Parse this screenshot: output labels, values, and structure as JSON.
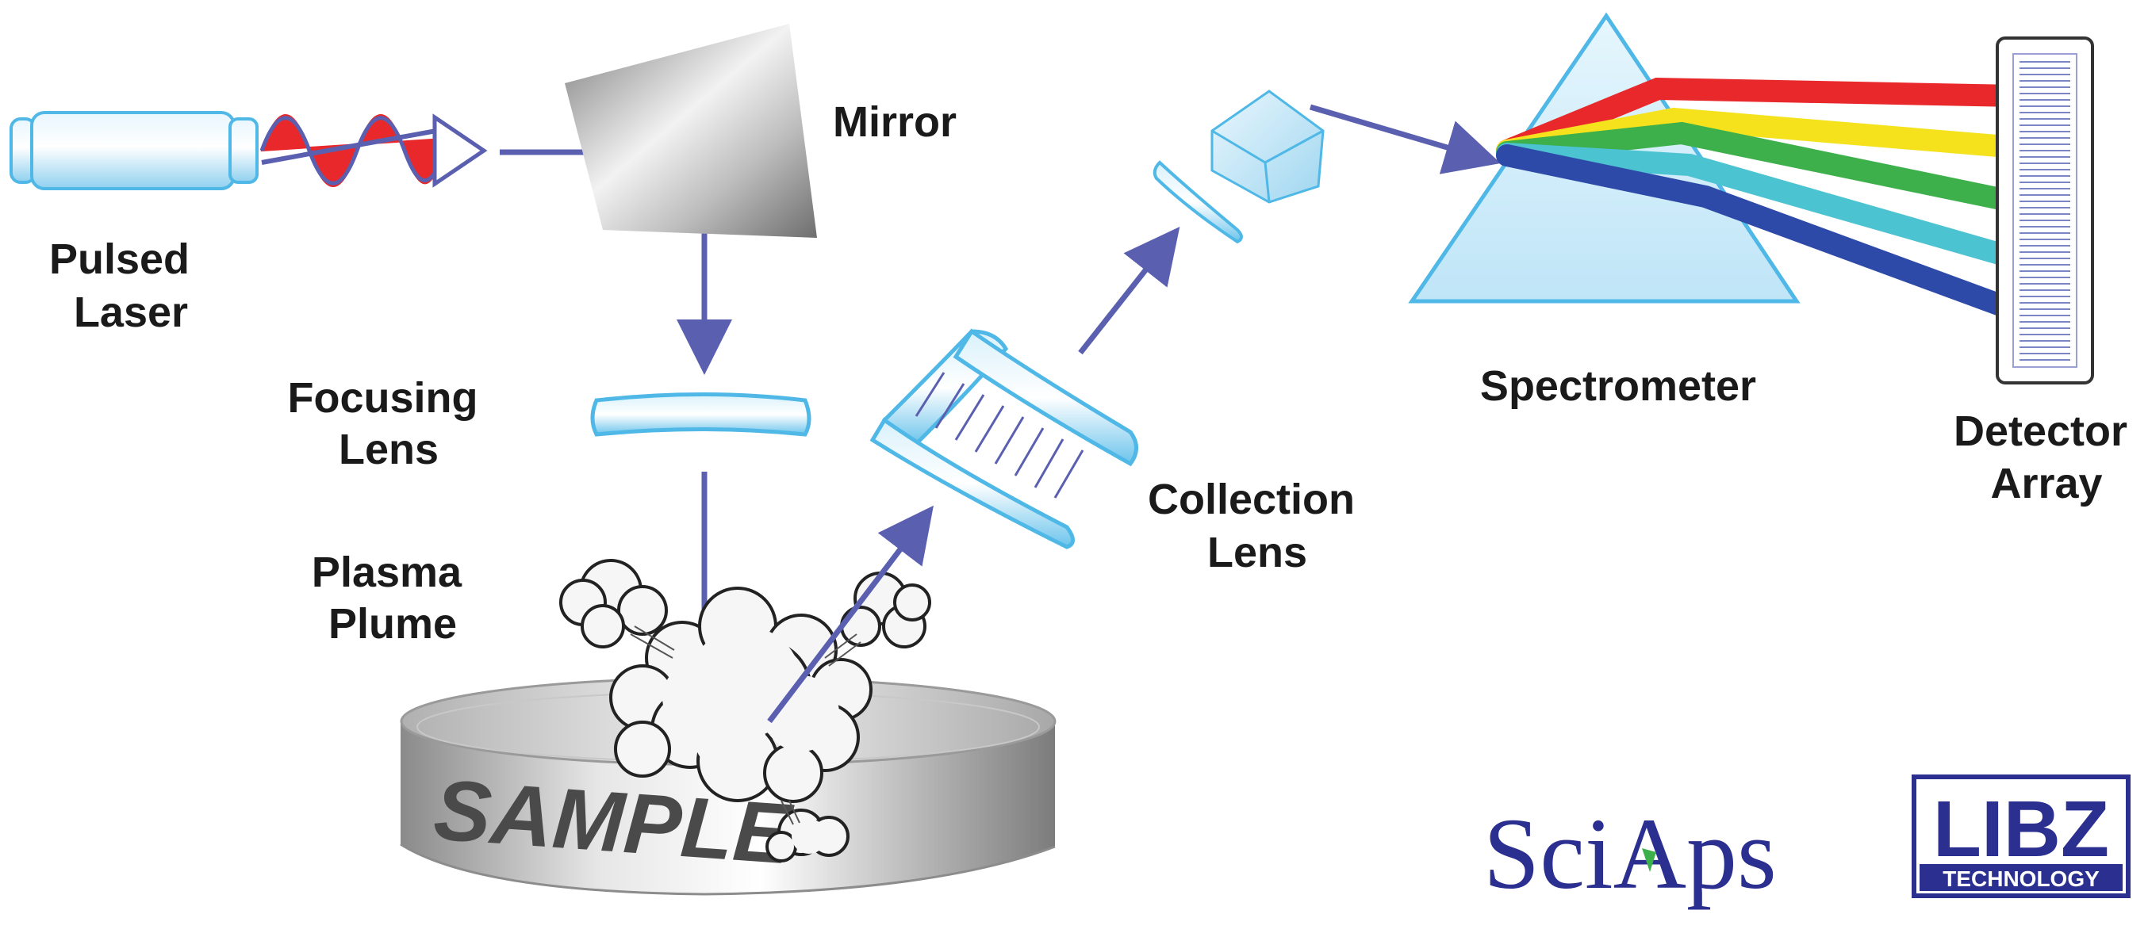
{
  "labels": {
    "laser": [
      "Pulsed",
      "Laser"
    ],
    "mirror": "Mirror",
    "focusing_lens": [
      "Focusing",
      "Lens"
    ],
    "plasma_plume": [
      "Plasma",
      "Plume"
    ],
    "sample": "SAMPLE",
    "collection_lens": [
      "Collection",
      "Lens"
    ],
    "spectrometer": "Spectrometer",
    "detector": [
      "Detector",
      "Array"
    ]
  },
  "logos": {
    "sciaps": "SciAps",
    "libz_top": "LIBZ",
    "libz_bottom": "TECHNOLOGY"
  },
  "colors": {
    "beam": "#5a5fb0",
    "lens": "#4fb8e6",
    "brand": "#2b2f8f",
    "laser_wave": "#e8282b",
    "spectrum": [
      "#e8282b",
      "#f5e21c",
      "#3db04b",
      "#4cc3d1",
      "#2e4aa8"
    ]
  },
  "icons": {
    "laser": "laser-body-icon",
    "mirror": "mirror-icon",
    "prism": "prism-icon",
    "detector": "detector-array-icon",
    "plume": "plasma-cloud-icon"
  }
}
